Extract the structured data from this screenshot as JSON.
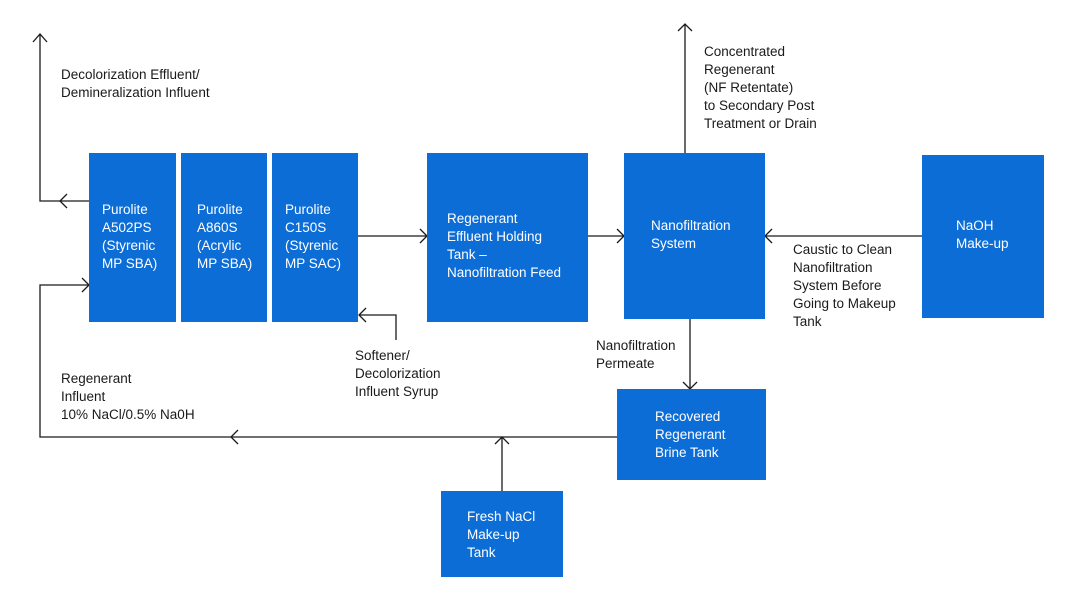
{
  "colors": {
    "box_fill": "#0c6dd6",
    "box_text": "#ffffff",
    "line": "#1a1a1a",
    "label_text": "#1a1a1a"
  },
  "boxes": {
    "a502ps": [
      "Purolite",
      "A502PS",
      "(Styrenic",
      "MP SBA)"
    ],
    "a860s": [
      "Purolite",
      "A860S",
      "(Acrylic",
      "MP SBA)"
    ],
    "c150s": [
      "Purolite",
      "C150S",
      "(Styrenic",
      "MP SAC)"
    ],
    "holding_tank": [
      "Regenerant",
      "Effluent Holding",
      "Tank –",
      "Nanofiltration Feed"
    ],
    "nf_system": [
      "Nanofiltration",
      "System"
    ],
    "naoh": [
      "NaOH",
      "Make-up"
    ],
    "brine_tank": [
      "Recovered",
      "Regenerant",
      "Brine Tank"
    ],
    "fresh_nacl": [
      "Fresh NaCl",
      "Make-up",
      "Tank"
    ]
  },
  "labels": {
    "decolorization_effluent": [
      "Decolorization Effluent/",
      "Demineralization Influent"
    ],
    "concentrated_regenerant": [
      "Concentrated",
      "Regenerant",
      "(NF Retentate)",
      "to Secondary Post",
      "Treatment or Drain"
    ],
    "caustic_clean": [
      "Caustic to Clean",
      "Nanofiltration",
      "System Before",
      "Going to Makeup",
      "Tank"
    ],
    "softener_syrup": [
      "Softener/",
      "Decolorization",
      "Influent Syrup"
    ],
    "nf_permeate": [
      "Nanofiltration",
      "Permeate"
    ],
    "regenerant_influent": [
      "Regenerant",
      "Influent",
      "10% NaCl/0.5% Na0H"
    ]
  }
}
